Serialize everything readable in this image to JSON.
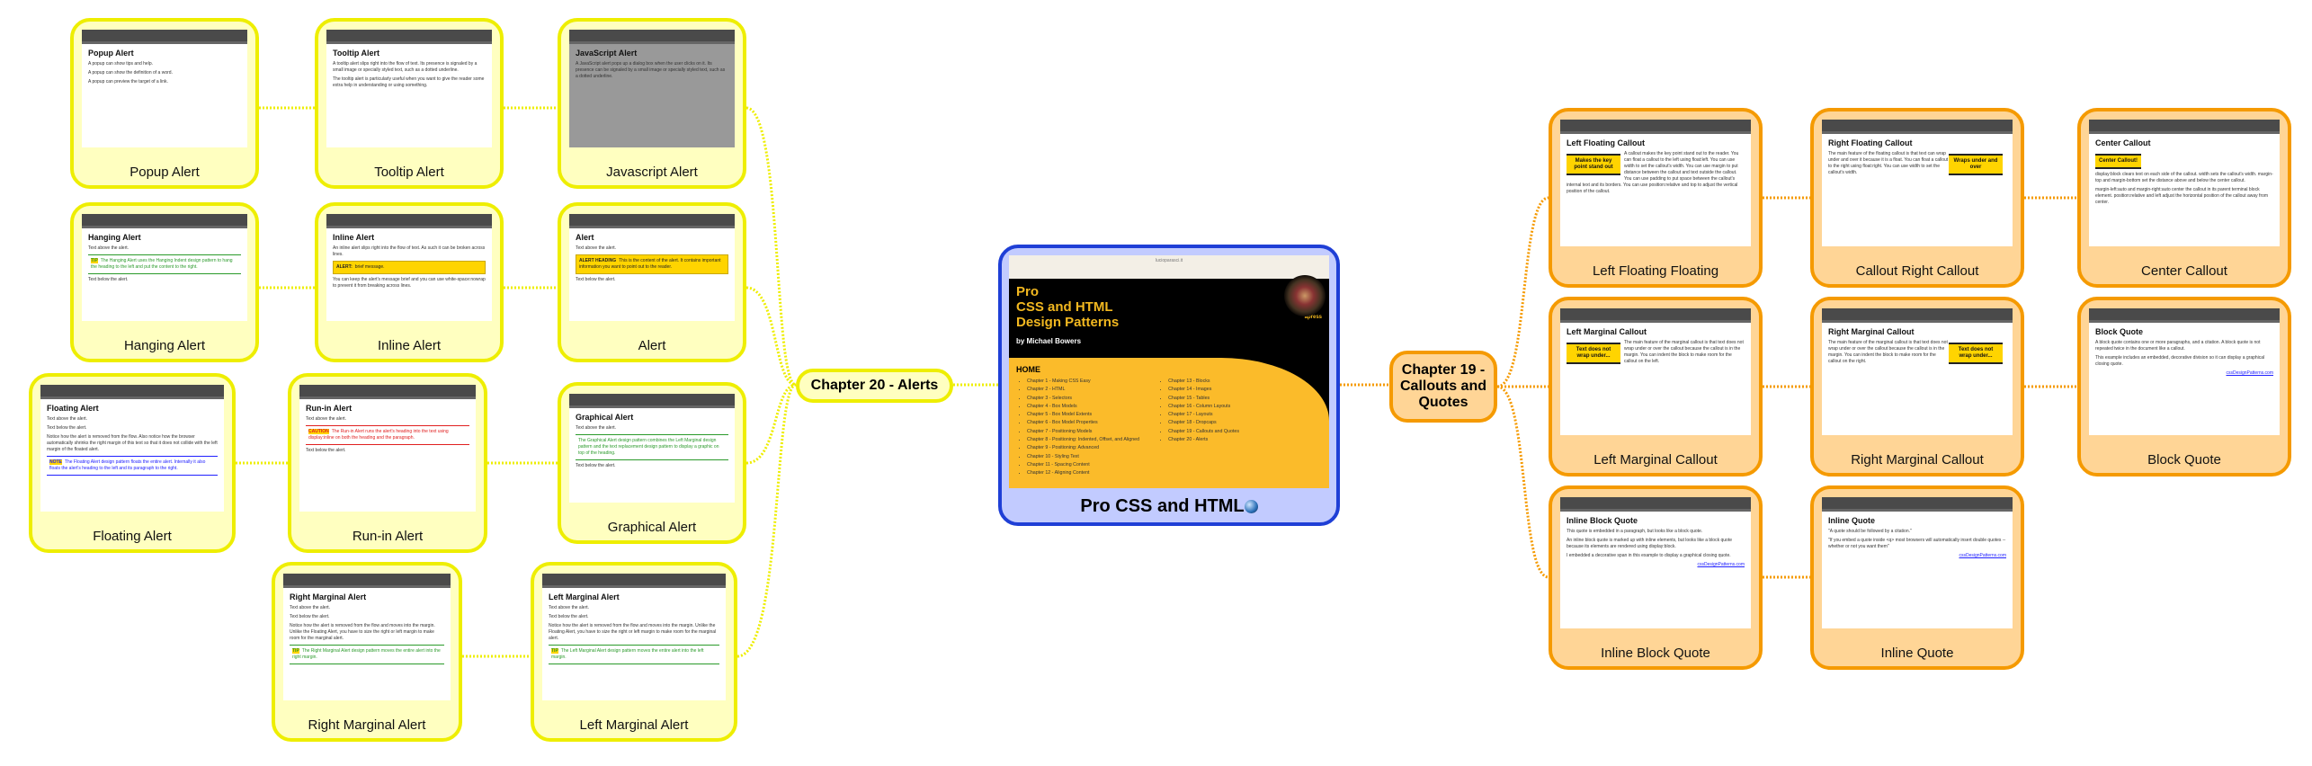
{
  "central": {
    "label": "Pro CSS and HTML",
    "url": "lucioparasci.it",
    "title_lines": [
      "Pro",
      "CSS and HTML",
      "Design Patterns"
    ],
    "author": "by Michael Bowers",
    "publisher": "apress",
    "home": "HOME",
    "chapters_left": [
      "Chapter 1 - Making CSS Easy",
      "Chapter 2 - HTML",
      "Chapter 3 - Selectors",
      "Chapter 4 - Box Models",
      "Chapter 5 - Box Model Extents",
      "Chapter 6 - Box Model Properties",
      "Chapter 7 - Positioning Models",
      "Chapter 8 - Positioning: Indented, Offset, and Aligned",
      "Chapter 9 - Positioning: Advanced",
      "Chapter 10 - Styling Text",
      "Chapter 11 - Spacing Content",
      "Chapter 12 - Aligning Content"
    ],
    "chapters_right": [
      "Chapter 13 - Blocks",
      "Chapter 14 - Images",
      "Chapter 15 - Tables",
      "Chapter 16 - Column Layouts",
      "Chapter 17 - Layouts",
      "Chapter 18 - Dropcaps",
      "Chapter 19 - Callouts and Quotes",
      "Chapter 20 - Alerts"
    ]
  },
  "chapter20": {
    "label": "Chapter 20 - Alerts"
  },
  "chapter19": {
    "label": "Chapter 19 - Callouts and Quotes"
  },
  "alerts": [
    {
      "label": "Popup Alert",
      "heading": "Popup Alert",
      "lines": [
        "A popup can show tips and help.",
        "A popup can show the definition of a word.",
        "A popup can preview the target of a link."
      ]
    },
    {
      "label": "Tooltip Alert",
      "heading": "Tooltip Alert",
      "lines": [
        "A tooltip alert slips right into the flow of text. Its presence is signaled by a small image or specially styled text, such as a dotted underline.",
        "The tooltip alert is particularly useful when you want to give the reader some extra help in understanding or using something."
      ]
    },
    {
      "label": "Javascript Alert",
      "heading": "JavaScript Alert",
      "lines": [
        "A JavaScript alert pops up a dialog box when the user clicks on it. Its presence can be signaled by a small image or specially styled text, such as a dotted underline."
      ]
    },
    {
      "label": "Hanging Alert",
      "heading": "Hanging Alert",
      "lines": [
        "Text above the alert."
      ],
      "box_head": "TIP",
      "box_text": "The Hanging Alert uses the Hanging Indent design pattern to hang the heading to the left and put the content to the right.",
      "after": "Text below the alert."
    },
    {
      "label": "Inline Alert",
      "heading": "Inline Alert",
      "lines": [
        "An inline alert slips right into the flow of text. As such it can be broken across lines."
      ],
      "box_head": "ALERT:",
      "box_text": "brief message.",
      "after": "You can keep the alert's message brief and you can use white-space:nowrap to prevent it from breaking across lines."
    },
    {
      "label": "Alert",
      "heading": "Alert",
      "lines": [
        "Text above the alert."
      ],
      "box_head": "ALERT HEADING",
      "box_text": "This is the content of the alert. It contains important information you want to point out to the reader.",
      "after": "Text below the alert."
    },
    {
      "label": "Floating Alert",
      "heading": "Floating Alert",
      "lines": [
        "Text above the alert.",
        "Text below the alert.",
        "Notice how the alert is removed from the flow. Also notice how the browser automatically shrinks the right margin of this text so that it does not collide with the left margin of the floated alert."
      ],
      "box_head": "NOTE",
      "box_text": "The Floating Alert design pattern floats the entire alert. Internally it also floats the alert's heading to the left and its paragraph to the right."
    },
    {
      "label": "Run-in Alert",
      "heading": "Run-in Alert",
      "lines": [
        "Text above the alert."
      ],
      "box_head": "CAUTION",
      "box_text": "The Run-in Alert runs the alert's heading into the text using display:inline on both the heading and the paragraph.",
      "after": "Text below the alert."
    },
    {
      "label": "Graphical Alert",
      "heading": "Graphical Alert",
      "lines": [
        "Text above the alert."
      ],
      "box_text": "The Graphical Alert design pattern combines the Left Marginal design pattern and the text replacement design pattern to display a graphic on top of the heading.",
      "after": "Text below the alert."
    },
    {
      "label": "Right Marginal Alert",
      "heading": "Right Marginal Alert",
      "lines": [
        "Text above the alert.",
        "Text below the alert.",
        "Notice how the alert is removed from the flow and moves into the margin. Unlike the Floating Alert, you have to size the right or left margin to make room for the marginal alert."
      ],
      "box_head": "TIP",
      "box_text": "The Right Marginal Alert design pattern moves the entire alert into the right margin."
    },
    {
      "label": "Left Marginal Alert",
      "heading": "Left Marginal Alert",
      "lines": [
        "Text above the alert.",
        "Text below the alert.",
        "Notice how the alert is removed from the flow and moves into the margin. Unlike the Floating Alert, you have to size the right or left margin to make room for the marginal alert."
      ],
      "box_head": "TIP",
      "box_text": "The Left Marginal Alert design pattern moves the entire alert into the left margin."
    }
  ],
  "callouts": [
    {
      "label": "Left Floating  Floating",
      "heading": "Left Floating Callout",
      "box": "Makes the key point stand out",
      "lines": [
        "A callout makes the key point stand out to the reader. You can float a callout to the left using float:left. You can use width to set the callout's width. You can use margin to put distance between the callout and text outside the callout. You can use padding to put space between the callout's internal text and its borders. You can use position:relative and top to adjust the vertical position of the callout."
      ]
    },
    {
      "label": "Callout Right Callout",
      "heading": "Right Floating Callout",
      "box": "Wraps under and over",
      "lines": [
        "The main feature of the floating callout is that text can wrap under and over it because it is a float. You can float a callout to the right using float:right. You can use width to set the callout's width."
      ]
    },
    {
      "label": "Center Callout",
      "heading": "Center Callout",
      "box": "Center Callout!",
      "lines": [
        "display:block clears text on each side of the callout. width sets the callout's width. margin-top and margin-bottom set the distance above and below the center callout.",
        "margin-left:auto and margin-right:auto center the callout in its parent terminal block element. position:relative and left adjust the horizontal position of the callout away from center."
      ]
    },
    {
      "label": "Left Marginal Callout",
      "heading": "Left Marginal Callout",
      "box": "Text does not wrap under...",
      "lines": [
        "The main feature of the marginal callout is that text does not wrap under or over the callout because the callout is in the margin. You can indent the block to make room for the callout on the left."
      ]
    },
    {
      "label": "Right Marginal Callout",
      "heading": "Right Marginal Callout",
      "box": "Text does not wrap under...",
      "lines": [
        "The main feature of the marginal callout is that text does not wrap under or over the callout because the callout is in the margin. You can indent the block to make room for the callout on the right."
      ]
    },
    {
      "label": "Block Quote",
      "heading": "Block Quote",
      "lines": [
        "A block quote contains one or more paragraphs, and a citation. A block quote is not repeated twice in the document like a callout.",
        "This example includes an embedded, decorative division so it can display a graphical closing quote."
      ],
      "link": "cssDesignPatterns.com"
    },
    {
      "label": "Inline Block Quote",
      "heading": "Inline Block Quote",
      "lines": [
        "This quote is embedded in a paragraph, but looks like a block quote.",
        "An inline block quote is marked up with inline elements, but looks like a block quote because its elements are rendered using display:block.",
        "I embedded a decorative span in this example to display a graphical closing quote."
      ],
      "link": "cssDesignPatterns.com"
    },
    {
      "label": "Inline Quote",
      "heading": "Inline Quote",
      "lines": [
        "\"A quote should be followed by a citation.\"",
        "\"If you embed a quote inside <q> most browsers will automatically insert double quotes -- whether or not you want them\""
      ],
      "link": "cssDesignPatterns.com"
    }
  ],
  "colors": {
    "alert_border": "#eeee00",
    "alert_bg": "#ffffc0",
    "callout_border": "#f59a00",
    "callout_bg": "#ffd596",
    "central_border": "#1f3fd6",
    "central_bg": "#c2cbff"
  }
}
